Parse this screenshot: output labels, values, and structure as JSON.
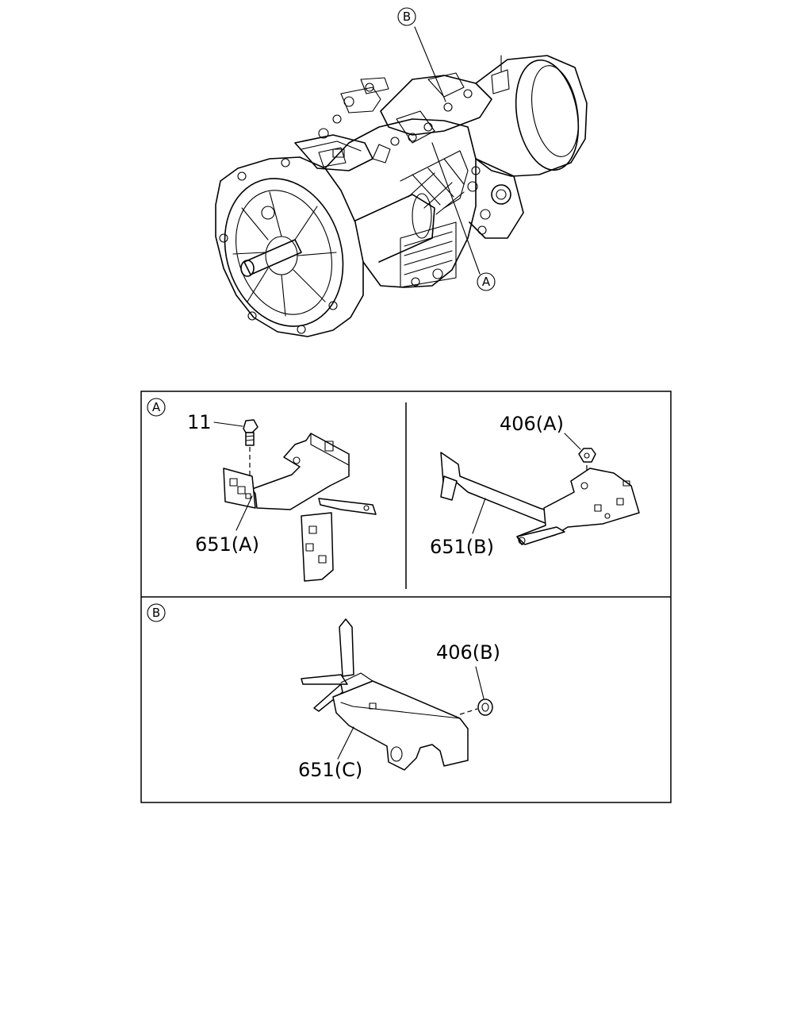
{
  "callouts": {
    "top_b": "B",
    "top_a": "A",
    "panel_a": "A",
    "panel_b": "B"
  },
  "labels": {
    "bolt": "11",
    "bracket_a": "651(A)",
    "bracket_b": "651(B)",
    "nut_a": "406(A)",
    "nut_b": "406(B)",
    "bracket_c": "651(C)"
  }
}
